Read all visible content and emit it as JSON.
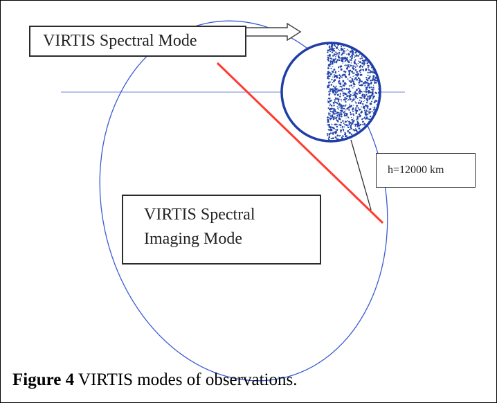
{
  "labels": {
    "spectral_mode": "VIRTIS Spectral Mode",
    "imaging_mode_line1": "VIRTIS Spectral",
    "imaging_mode_line2": "Imaging Mode",
    "altitude": "h=12000 km"
  },
  "caption": {
    "figure_number": "Figure 4",
    "text": " VIRTIS modes of observations."
  },
  "colors": {
    "orbit": "#3a5bd0",
    "planet_outline": "#1f3ea8",
    "planet_dots": "#2444a8",
    "observation_line": "#ff3b2f",
    "pointer": "#2b2b2b"
  }
}
